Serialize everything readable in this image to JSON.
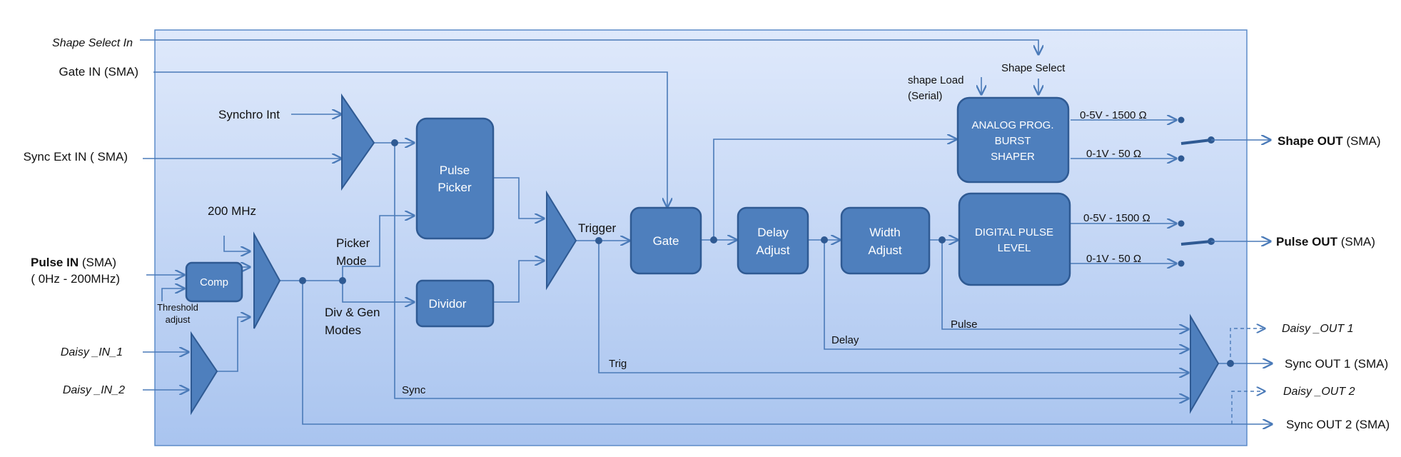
{
  "diagram": {
    "colors": {
      "panel_top": "#dfe9fb",
      "panel_bottom": "#a9c4ef",
      "block": "#4e7fbd",
      "wire": "#4a7ab8"
    },
    "inputs": {
      "shape_select_in": "Shape Select In",
      "gate_in": "Gate IN (SMA)",
      "sync_ext_in": "Sync Ext IN ( SMA)",
      "pulse_in_bold": "Pulse IN",
      "pulse_in_rest": " (SMA)",
      "pulse_in_range": "( 0Hz - 200MHz)",
      "daisy_in_1": "Daisy _IN_1",
      "daisy_in_2": "Daisy _IN_2"
    },
    "internal_labels": {
      "synchro_int": "Synchro Int",
      "mhz_200": "200 MHz",
      "threshold_adjust_1": "Threshold",
      "threshold_adjust_2": "adjust",
      "picker_mode_1": "Picker",
      "picker_mode_2": "Mode",
      "div_gen_1": "Div & Gen",
      "div_gen_2": "Modes",
      "trigger": "Trigger",
      "trig": "Trig",
      "sync": "Sync",
      "delay": "Delay",
      "pulse": "Pulse",
      "shape_load_1": "shape Load",
      "shape_load_2": "(Serial)",
      "shape_select": "Shape Select",
      "v5_1500_a": "0-5V - 1500 Ω",
      "v1_50_a": "0-1V - 50 Ω",
      "v5_1500_b": "0-5V - 1500 Ω",
      "v1_50_b": "0-1V - 50 Ω"
    },
    "blocks": {
      "comp": "Comp",
      "pulse_picker_1": "Pulse",
      "pulse_picker_2": "Picker",
      "dividor": "Dividor",
      "gate": "Gate",
      "delay_adjust_1": "Delay",
      "delay_adjust_2": "Adjust",
      "width_adjust_1": "Width",
      "width_adjust_2": "Adjust",
      "analog_1": "ANALOG PROG.",
      "analog_2": "BURST",
      "analog_3": "SHAPER",
      "digital_1": "DIGITAL PULSE",
      "digital_2": "LEVEL"
    },
    "outputs": {
      "shape_out_bold": "Shape OUT",
      "shape_out_rest": " (SMA)",
      "pulse_out_bold": "Pulse OUT",
      "pulse_out_rest": " (SMA)",
      "daisy_out_1": "Daisy _OUT 1",
      "sync_out_1": "Sync OUT 1 (SMA)",
      "daisy_out_2": "Daisy _OUT 2",
      "sync_out_2": "Sync OUT 2 (SMA)"
    }
  }
}
